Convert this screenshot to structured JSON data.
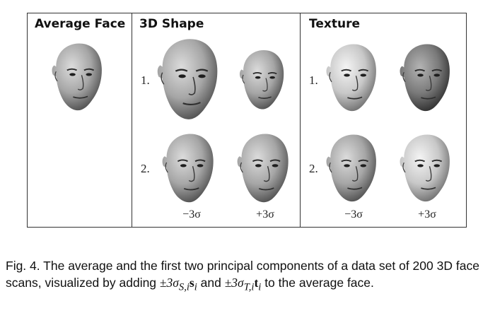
{
  "panels": {
    "average": {
      "title": "Average Face"
    },
    "shape": {
      "title": "3D Shape"
    },
    "texture": {
      "title": "Texture"
    }
  },
  "row_labels": [
    "1.",
    "2."
  ],
  "col_labels": [
    "−3σ",
    "+3σ"
  ],
  "caption": {
    "text_1": "Fig. 4. The average and the first two principal components of a data set of 200 3D face scans, visualized by adding ",
    "math_1": "±3σS,isi",
    "text_2": " and ",
    "math_2": "±3σT,iti",
    "text_3": " to the average face."
  }
}
